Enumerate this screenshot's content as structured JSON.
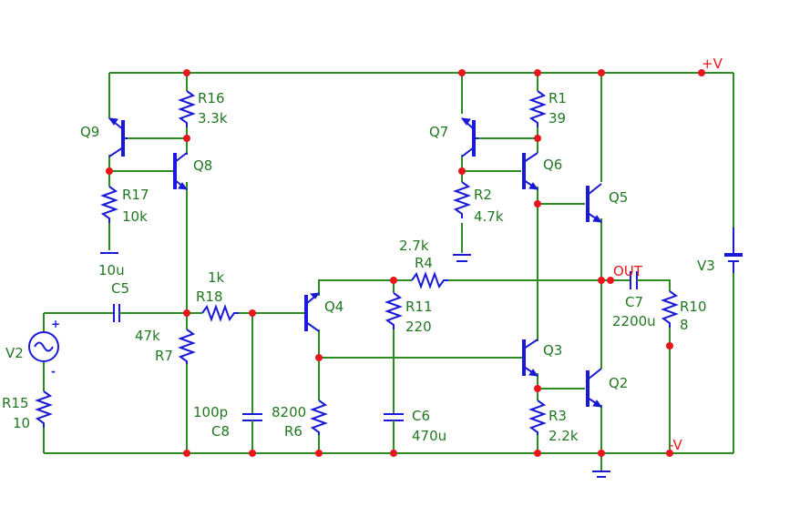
{
  "colors": {
    "wire": "#2e8b22",
    "component": "#1a1ad6",
    "node": "#e8161b",
    "label": "#227722",
    "net_label": "#e8161b"
  },
  "labels": {
    "Q9": "Q9",
    "Q8": "Q8",
    "Q7": "Q7",
    "Q6": "Q6",
    "Q5": "Q5",
    "Q4": "Q4",
    "Q3": "Q3",
    "Q2": "Q2",
    "R16": "R16",
    "R16_val": "3.3k",
    "R17": "R17",
    "R17_val": "10k",
    "R1": "R1",
    "R1_val": "39",
    "R2": "R2",
    "R2_val": "4.7k",
    "R4_val": "2.7k",
    "R4": "R4",
    "R18_val": "1k",
    "R18": "R18",
    "R7_val": "47k",
    "R7": "R7",
    "R11": "R11",
    "R11_val": "220",
    "R6_val": "8200",
    "R6": "R6",
    "R3": "R3",
    "R3_val": "2.2k",
    "R10": "R10",
    "R10_val": "8",
    "R15": "R15",
    "R15_val": "10",
    "C5_val": "10u",
    "C5": "C5",
    "C8_val": "100p",
    "C8": "C8",
    "C6": "C6",
    "C6_val": "470u",
    "C7": "C7",
    "C7_val": "2200u",
    "V2": "V2",
    "V3": "V3",
    "plus_v": "+V",
    "minus_v": "-V",
    "out": "OUT",
    "plus_sign": "+",
    "minus_sign": "-"
  }
}
